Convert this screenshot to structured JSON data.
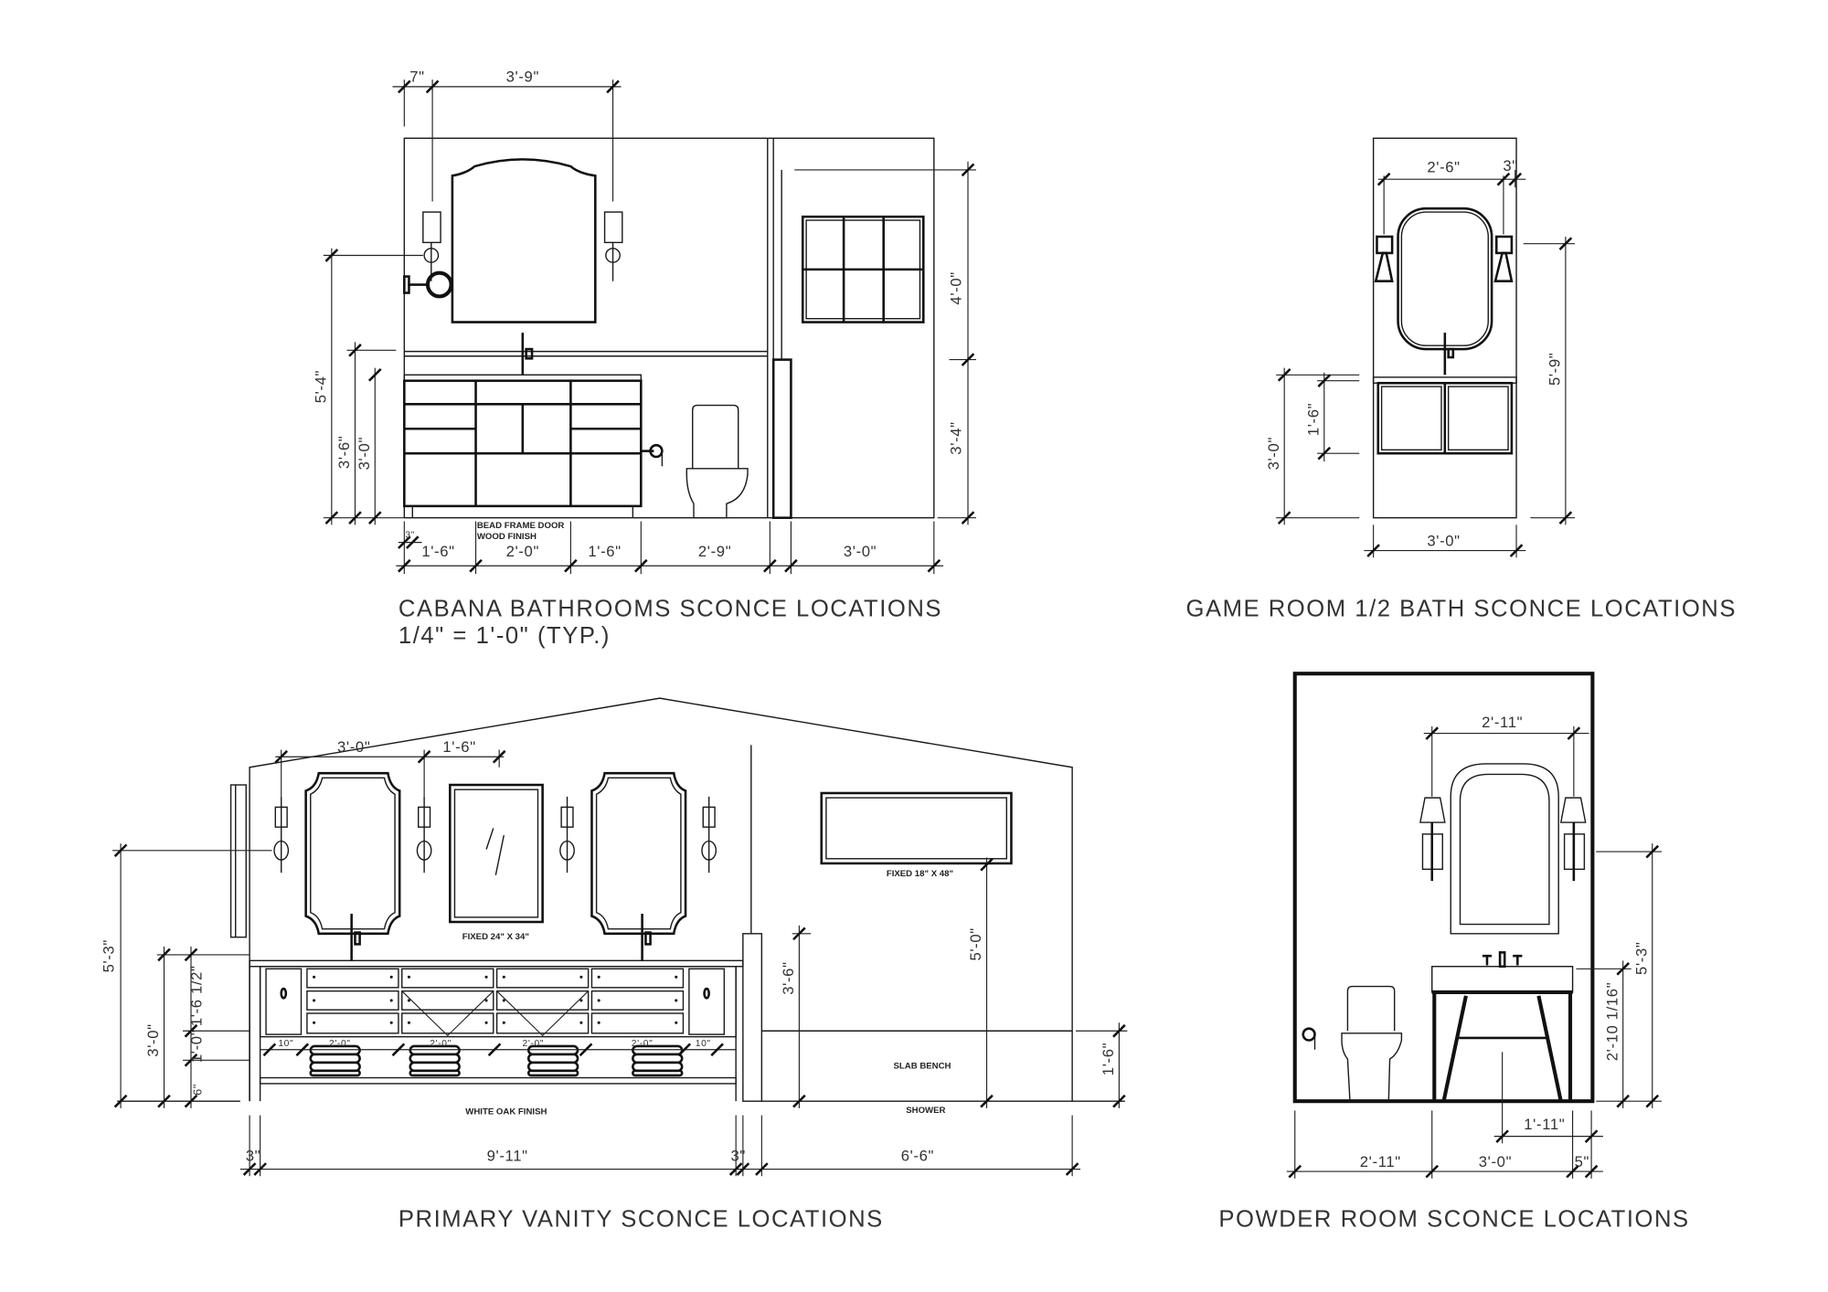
{
  "cabana": {
    "title": "CABANA BATHROOMS SCONCE LOCATIONS",
    "scale": "1/4\" = 1'-0\" (TYP.)",
    "notes": [
      "BEAD FRAME DOOR",
      "WOOD FINISH"
    ],
    "dims_top": [
      "7\"",
      "3'-9\""
    ],
    "dims_left": [
      "5'-4\"",
      "3'-6\"",
      "3'-0\""
    ],
    "dims_right": [
      "4'-0\"",
      "3'-4\""
    ],
    "dims_bottom": [
      "3\"",
      "1'-6\"",
      "2'-0\"",
      "1'-6\"",
      "2'-9\"",
      "3'-0\""
    ]
  },
  "game_room": {
    "title": "GAME ROOM  1/2 BATH SCONCE LOCATIONS",
    "dims_top": [
      "2'-6\"",
      "3\""
    ],
    "dims_left": [
      "3'-0\"",
      "1'-6\""
    ],
    "dims_right": [
      "5'-9\""
    ],
    "dims_bottom": [
      "3'-0\""
    ]
  },
  "primary": {
    "title": "PRIMARY VANITY SCONCE LOCATIONS",
    "notes": [
      "FIXED 24\" X 34\"",
      "FIXED 18\" X 48\"",
      "SLAB BENCH",
      "SHOWER",
      "WHITE OAK FINISH"
    ],
    "dims_top": [
      "3'-0\"",
      "1'-6\""
    ],
    "dims_left": [
      "5'-3\"",
      "3'-0\"",
      "1'-6 1/2\"",
      "1'-0\"",
      "6\""
    ],
    "dims_right": [
      "3'-6\"",
      "5'-0\"",
      "1'-6\""
    ],
    "dims_shelf": [
      "10\"",
      "2'-0\"",
      "2'-0\"",
      "2'-0\"",
      "2'-0\"",
      "10\""
    ],
    "dims_bottom": [
      "3\"",
      "9'-11\"",
      "3\"",
      "6'-6\""
    ]
  },
  "powder": {
    "title": "POWDER ROOM SCONCE LOCATIONS",
    "dims_top": [
      "2'-11\""
    ],
    "dims_right": [
      "5'-3\"",
      "2'-10 1/16\""
    ],
    "dims_bottom": [
      "2'-11\"",
      "3'-0\"",
      "5\"",
      "1'-11\""
    ]
  }
}
